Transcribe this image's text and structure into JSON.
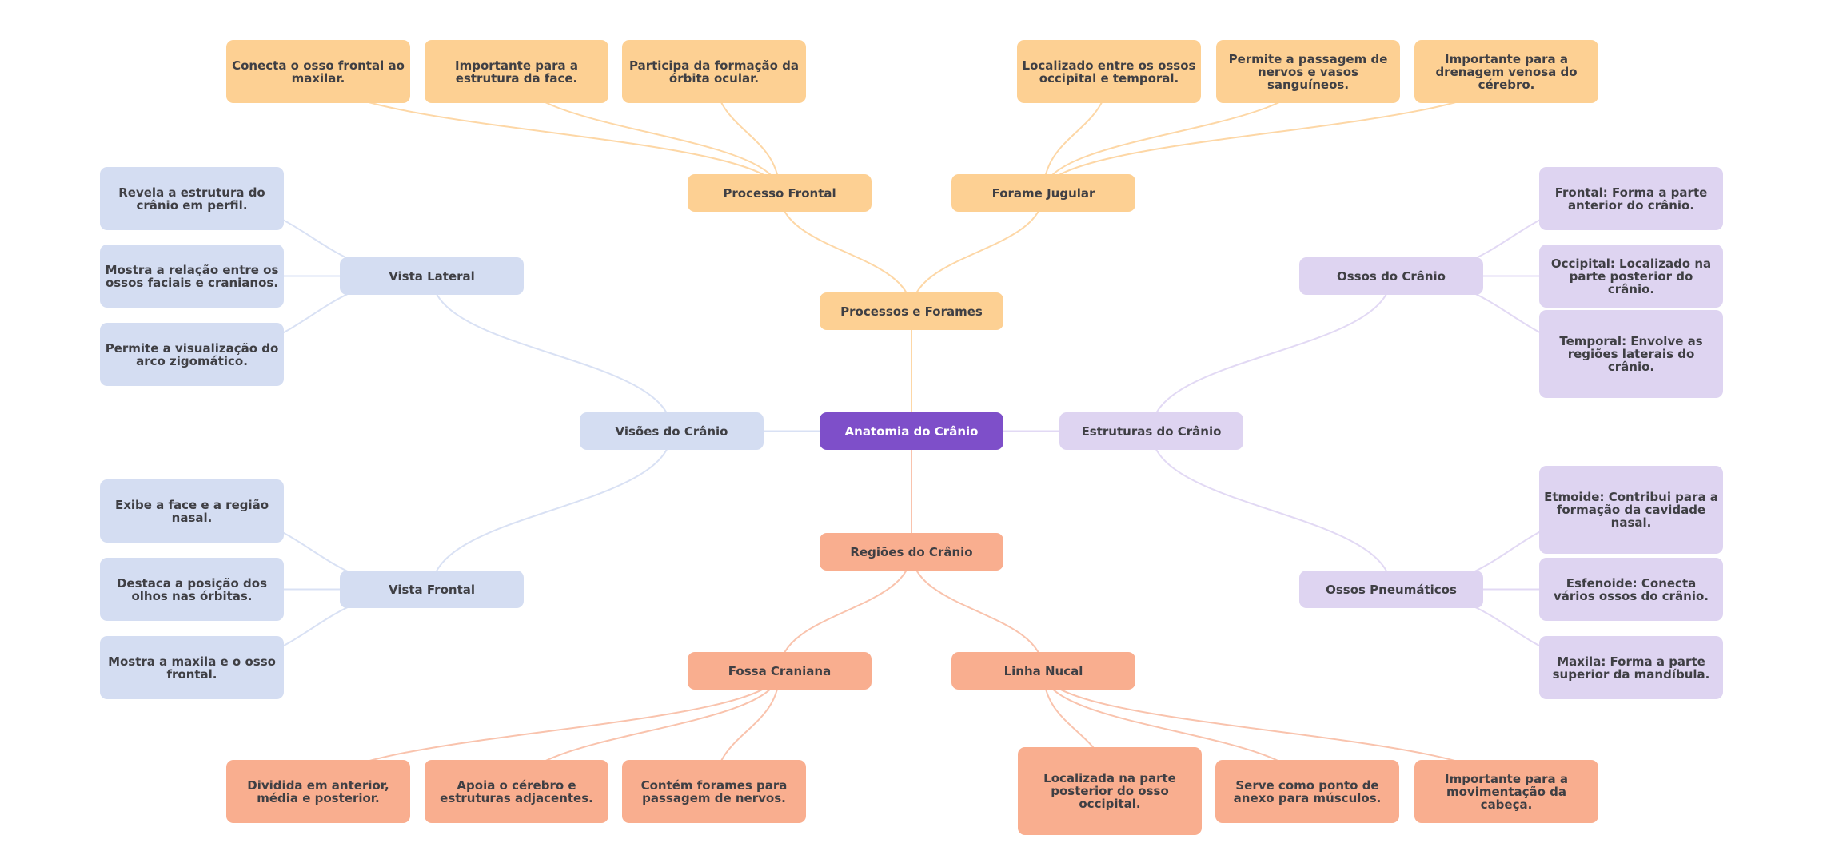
{
  "title": "Anatomia do Crânio",
  "colors": {
    "root_fill": "#7e4fc9",
    "root_text": "#ffffff",
    "text": "#3f3f44",
    "orange_fill": "#fdd093",
    "orange_edge": "#fdd7a6",
    "salmon_fill": "#f9ae8f",
    "salmon_edge": "#f9c3ad",
    "blue_fill": "#d4ddf2",
    "blue_edge": "#d9e1f4",
    "purple_fill": "#ded4f1",
    "purple_edge": "#e2d9f4"
  },
  "root": {
    "label": "Anatomia do Crânio"
  },
  "branches": {
    "processos": {
      "label": "Processos e Forames",
      "children": {
        "processo_frontal": {
          "label": "Processo Frontal",
          "leaves": [
            "Conecta o osso frontal ao maxilar.",
            "Importante para a estrutura da face.",
            "Participa da formação da órbita ocular."
          ]
        },
        "forame_jugular": {
          "label": "Forame Jugular",
          "leaves": [
            "Localizado entre os ossos occipital e temporal.",
            "Permite a passagem de nervos e vasos sanguíneos.",
            "Importante para a drenagem venosa do cérebro."
          ]
        }
      }
    },
    "regioes": {
      "label": "Regiões do Crânio",
      "children": {
        "fossa_craniana": {
          "label": "Fossa Craniana",
          "leaves": [
            "Dividida em anterior, média e posterior.",
            "Apoia o cérebro e estruturas adjacentes.",
            "Contém forames para passagem de nervos."
          ]
        },
        "linha_nucal": {
          "label": "Linha Nucal",
          "leaves": [
            "Localizada na parte posterior do osso occipital.",
            "Serve como ponto de anexo para músculos.",
            "Importante para a movimentação da cabeça."
          ]
        }
      }
    },
    "visoes": {
      "label": "Visões do Crânio",
      "children": {
        "vista_lateral": {
          "label": "Vista Lateral",
          "leaves": [
            "Revela a estrutura do crânio em perfil.",
            "Mostra a relação entre os ossos faciais e cranianos.",
            "Permite a visualização do arco zigomático."
          ]
        },
        "vista_frontal": {
          "label": "Vista Frontal",
          "leaves": [
            "Exibe a face e a região nasal.",
            "Destaca a posição dos olhos nas órbitas.",
            "Mostra a maxila e o osso frontal."
          ]
        }
      }
    },
    "estruturas": {
      "label": "Estruturas do Crânio",
      "children": {
        "ossos_cranio": {
          "label": "Ossos do Crânio",
          "leaves": [
            "Frontal: Forma a parte anterior do crânio.",
            "Occipital: Localizado na parte posterior do crânio.",
            "Temporal: Envolve as regiões laterais do crânio."
          ]
        },
        "ossos_pneumaticos": {
          "label": "Ossos Pneumáticos",
          "leaves": [
            "Etmoide: Contribui para a formação da cavidade nasal.",
            "Esfenoide: Conecta vários ossos do crânio.",
            "Maxila: Forma a parte superior da mandíbula."
          ]
        }
      }
    }
  }
}
